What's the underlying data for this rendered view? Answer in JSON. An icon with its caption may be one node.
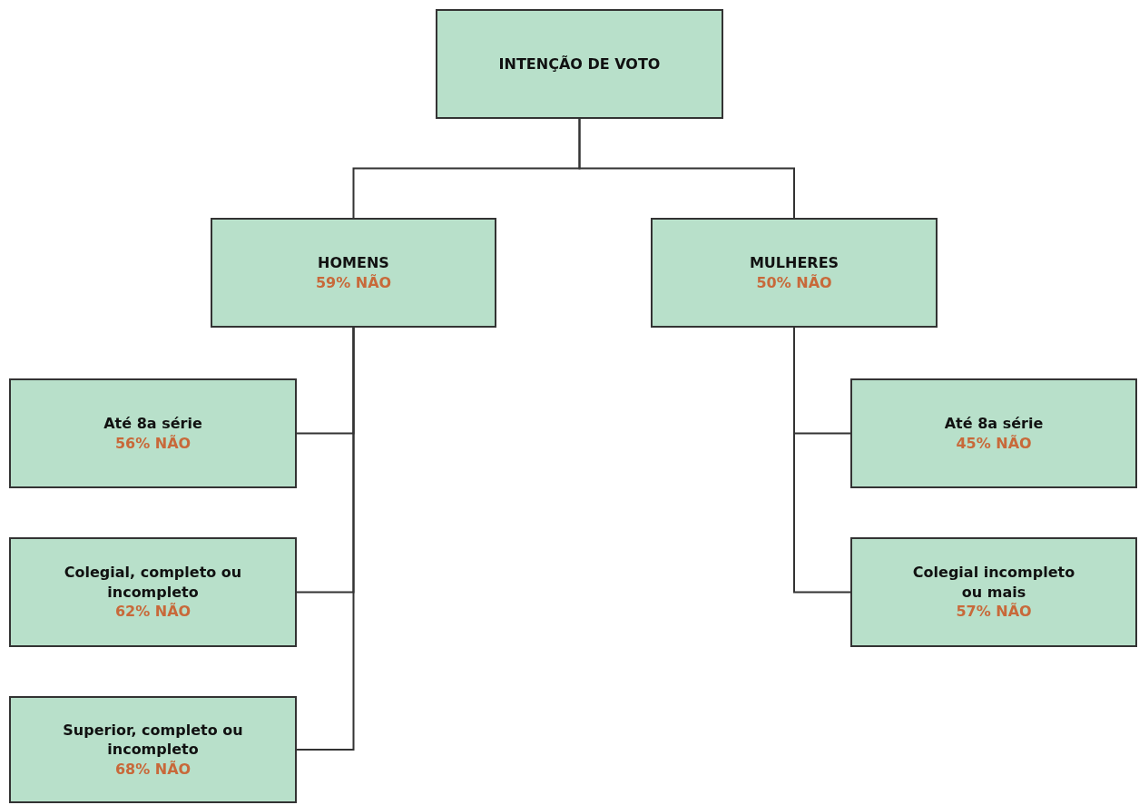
{
  "diagram": {
    "nodes": [
      {
        "text": [
          "INTENÇÃO DE VOTO"
        ]
      },
      {
        "text": [
          "HOMENS",
          "59% NÃO"
        ]
      },
      {
        "text": [
          "MULHERES",
          "50% NÃO"
        ]
      },
      {
        "text": [
          "Até 8a série",
          "56% NÃO"
        ]
      },
      {
        "text": [
          "Colegial, completo ou incompleto",
          "62% NÃO"
        ]
      },
      {
        "text": [
          "Superior, completo ou incompleto",
          "68% NÃO"
        ]
      },
      {
        "text": [
          "Até 8a série",
          "45% NÃO"
        ]
      },
      {
        "text": [
          "Colegial incompleto ou mais",
          "57% NÃO"
        ]
      }
    ],
    "edges": [
      {
        "from": 0,
        "to": 1,
        "arrow": "none"
      },
      {
        "from": 0,
        "to": 2,
        "arrow": "none"
      },
      {
        "from": 1,
        "to": 3,
        "arrow": "none"
      },
      {
        "from": 1,
        "to": 4,
        "arrow": "none"
      },
      {
        "from": 1,
        "to": 5,
        "arrow": "none"
      },
      {
        "from": 2,
        "to": 6,
        "arrow": "none"
      },
      {
        "from": 2,
        "to": 7,
        "arrow": "none"
      }
    ]
  }
}
